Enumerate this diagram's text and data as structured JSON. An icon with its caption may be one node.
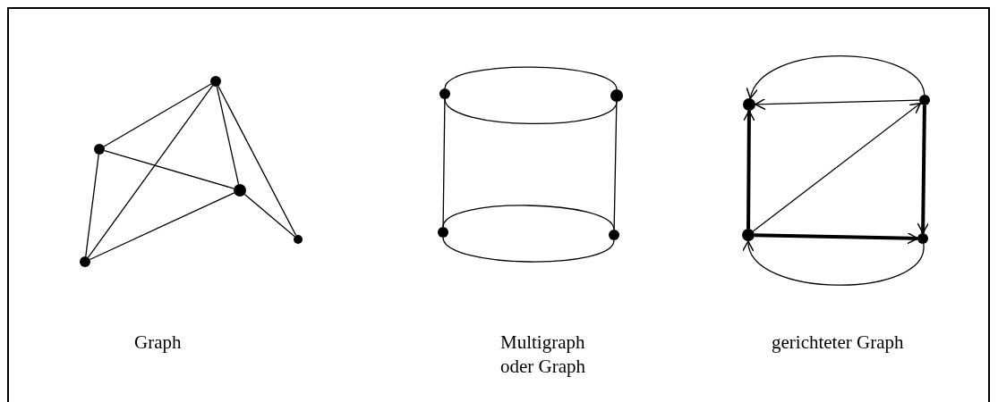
{
  "diagram": {
    "nodes": [
      {
        "text": [],
        "shape": "circle"
      },
      {
        "text": [],
        "shape": "circle"
      },
      {
        "text": [],
        "shape": "circle"
      },
      {
        "text": [],
        "shape": "circle"
      },
      {
        "text": [],
        "shape": "circle"
      },
      {
        "text": [],
        "shape": "circle"
      },
      {
        "text": [],
        "shape": "circle"
      },
      {
        "text": [],
        "shape": "circle"
      },
      {
        "text": [],
        "shape": "circle"
      },
      {
        "text": [],
        "shape": "circle"
      },
      {
        "text": [],
        "shape": "circle"
      },
      {
        "text": [],
        "shape": "circle"
      },
      {
        "text": [],
        "shape": "circle"
      }
    ],
    "edges": [
      {
        "from": 0,
        "to": 1,
        "arrow": "none"
      },
      {
        "from": 0,
        "to": 3,
        "arrow": "none"
      },
      {
        "from": 0,
        "to": 2,
        "arrow": "none"
      },
      {
        "from": 0,
        "to": 4,
        "arrow": "none"
      },
      {
        "from": 1,
        "to": 2,
        "arrow": "none"
      },
      {
        "from": 1,
        "to": 3,
        "arrow": "none"
      },
      {
        "from": 3,
        "to": 2,
        "arrow": "none"
      },
      {
        "from": 2,
        "to": 4,
        "arrow": "none"
      },
      {
        "from": 5,
        "to": 6,
        "arrow": "none"
      },
      {
        "from": 5,
        "to": 6,
        "arrow": "none"
      },
      {
        "from": 5,
        "to": 7,
        "arrow": "none"
      },
      {
        "from": 6,
        "to": 8,
        "arrow": "none"
      },
      {
        "from": 7,
        "to": 8,
        "arrow": "none"
      },
      {
        "from": 7,
        "to": 8,
        "arrow": "none"
      },
      {
        "from": 10,
        "to": 9,
        "arrow": "to"
      },
      {
        "from": 10,
        "to": 9,
        "arrow": "to"
      },
      {
        "from": 11,
        "to": 10,
        "arrow": "to"
      },
      {
        "from": 11,
        "to": 9,
        "arrow": "to",
        "style": "thick"
      },
      {
        "from": 11,
        "to": 12,
        "arrow": "to",
        "style": "thick"
      },
      {
        "from": 10,
        "to": 12,
        "arrow": "to",
        "style": "thick"
      },
      {
        "from": 12,
        "to": 11,
        "arrow": "to"
      }
    ],
    "labels": [
      "Graph",
      "Multigraph oder Graph",
      "gerichteter Graph"
    ]
  }
}
